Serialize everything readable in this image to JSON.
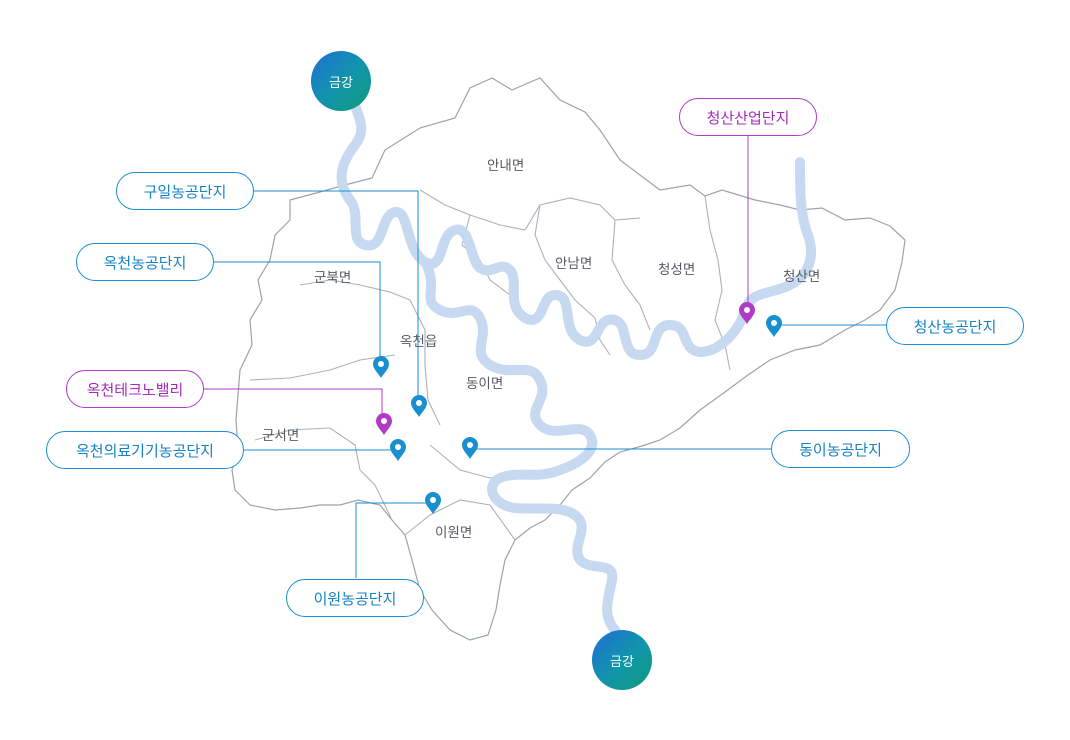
{
  "river": {
    "name_top": "금강",
    "name_bottom": "금강",
    "color": "#c6d9f0"
  },
  "districts": [
    {
      "id": "annae",
      "name": "안내면"
    },
    {
      "id": "gunbuk",
      "name": "군북면"
    },
    {
      "id": "annam",
      "name": "안남면"
    },
    {
      "id": "cheongseong",
      "name": "청성면"
    },
    {
      "id": "cheongsan",
      "name": "청산면"
    },
    {
      "id": "okcheon",
      "name": "옥천읍"
    },
    {
      "id": "dongi",
      "name": "동이면"
    },
    {
      "id": "gunseo",
      "name": "군서면"
    },
    {
      "id": "iwon",
      "name": "이원면"
    }
  ],
  "complexes": [
    {
      "id": "guil",
      "name": "구일농공단지",
      "type": "agricultural"
    },
    {
      "id": "okcheon-ag",
      "name": "옥천농공단지",
      "type": "agricultural"
    },
    {
      "id": "okcheon-techno",
      "name": "옥천테크노밸리",
      "type": "industrial"
    },
    {
      "id": "okcheon-medical",
      "name": "옥천의료기기농공단지",
      "type": "agricultural"
    },
    {
      "id": "iwon-ag",
      "name": "이원농공단지",
      "type": "agricultural"
    },
    {
      "id": "cheongsan-industrial",
      "name": "청산산업단지",
      "type": "industrial"
    },
    {
      "id": "cheongsan-ag",
      "name": "청산농공단지",
      "type": "agricultural"
    },
    {
      "id": "dongi-ag",
      "name": "동이농공단지",
      "type": "agricultural"
    }
  ],
  "colors": {
    "agricultural": "#1a8fcf",
    "industrial": "#b03bc4",
    "border": "#9aa3ad",
    "badge_start": "#1f6fd6",
    "badge_end": "#0f9a7a"
  }
}
